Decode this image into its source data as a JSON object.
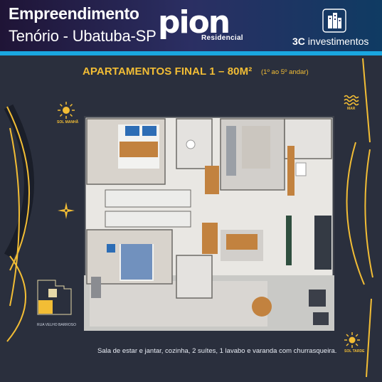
{
  "header": {
    "title_line1": "Empreendimento",
    "title_line2": "Tenório - Ubatuba-SP",
    "logo_main": "pion",
    "logo_sub": "Residencial",
    "brand_logo_text_bold": "3C",
    "brand_logo_text": " investimentos",
    "brand_icon": "building-icon"
  },
  "plan_title": {
    "main": "APARTAMENTOS FINAL 1 – 80M²",
    "detail": "(1º ao 5º andar)"
  },
  "labels": {
    "sun_morning": "SOL MANHÃ",
    "sea": "MAR",
    "sun_afternoon": "SOL TARDE",
    "street": "RUA VELHO BARROSO"
  },
  "caption": "Sala de estar e jantar, cozinha, 2 suítes, 1 lavabo e varanda com churrasqueira.",
  "colors": {
    "header_bg_left": "#1f1436",
    "header_bg_right": "#0f3b63",
    "accent_strip": "#1aa7e0",
    "background": "#2a2f3d",
    "gold": "#f2bd35"
  },
  "icons": [
    "sun-icon",
    "waves-icon",
    "compass-icon",
    "sun-icon",
    "building-icon"
  ]
}
